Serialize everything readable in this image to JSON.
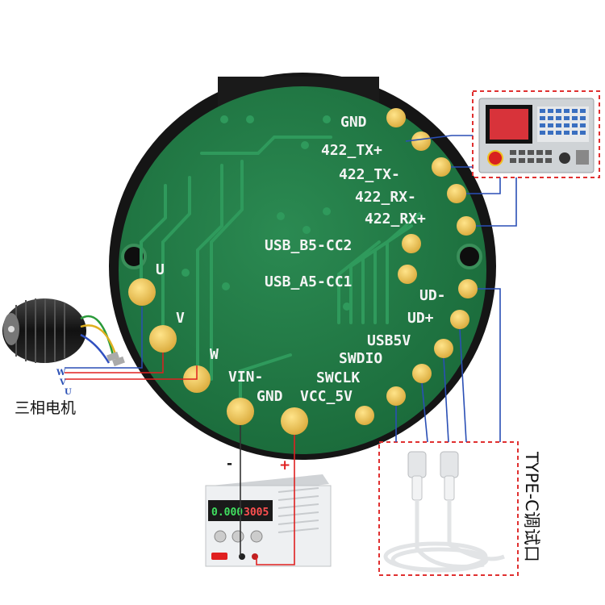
{
  "board_labels": {
    "gnd_top": "GND",
    "tx_plus": "422_TX+",
    "tx_minus": "422_TX-",
    "rx_minus": "422_RX-",
    "rx_plus": "422_RX+",
    "usb_b5": "USB_B5-CC2",
    "usb_a5": "USB_A5-CC1",
    "ud_minus": "UD-",
    "ud_plus": "UD+",
    "usb5v": "USB5V",
    "swdio": "SWDIO",
    "swclk": "SWCLK",
    "vin_minus": "VIN-",
    "gnd_bottom": "GND",
    "vcc_5v": "VCC_5V",
    "u": "U",
    "v": "V",
    "w": "W"
  },
  "motor": {
    "caption": "三相电机",
    "wire_w": "W",
    "wire_v": "V",
    "wire_u": "U"
  },
  "power_supply": {
    "display_left": "0.000",
    "display_right": "3005",
    "minus_label": "-",
    "plus_label": "+"
  },
  "typec": {
    "caption": "TYPE-C调试口"
  },
  "colors": {
    "pcb": "#1f7a45",
    "pad": "#e8c15a",
    "dashed_border": "#e03030",
    "wire_blue": "#2a4fb5",
    "wire_red": "#e02020"
  }
}
